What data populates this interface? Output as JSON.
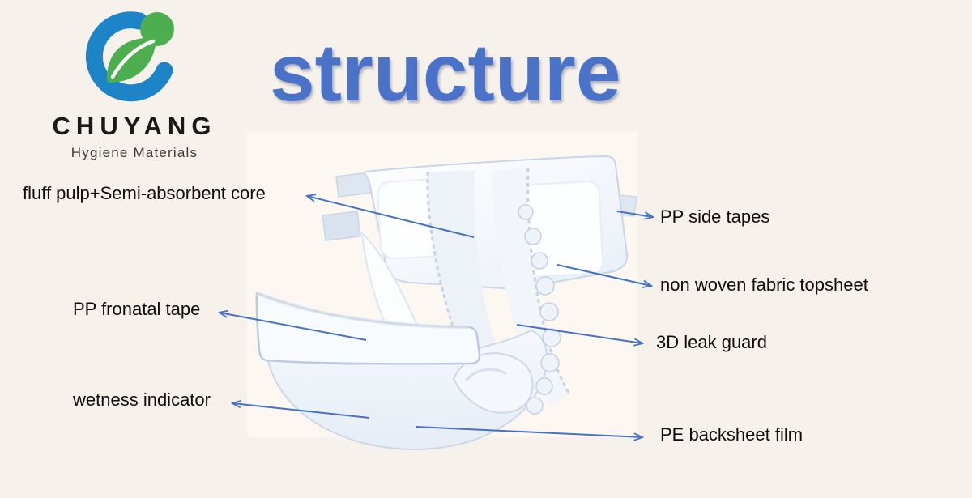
{
  "page": {
    "background_color": "#f6f1ea"
  },
  "logo": {
    "company_name": "CHUYANG",
    "tagline": "Hygiene Materials",
    "icon": "leaf-circle-logo",
    "colors": {
      "blue": "#1d84c7",
      "green": "#4cae4f",
      "text": "#191919"
    }
  },
  "title": {
    "text": "structure",
    "color": "#4a72c8"
  },
  "diagram": {
    "arrow_color": "#4472c4",
    "labels": [
      {
        "text": "fluff pulp+Semi-absorbent core",
        "side": "left"
      },
      {
        "text": "PP side tapes",
        "side": "right"
      },
      {
        "text": "non woven fabric topsheet",
        "side": "right"
      },
      {
        "text": "PP fronatal tape",
        "side": "left"
      },
      {
        "text": "3D leak guard",
        "side": "right"
      },
      {
        "text": "wetness indicator",
        "side": "left"
      },
      {
        "text": "PE backsheet film",
        "side": "right"
      }
    ]
  }
}
